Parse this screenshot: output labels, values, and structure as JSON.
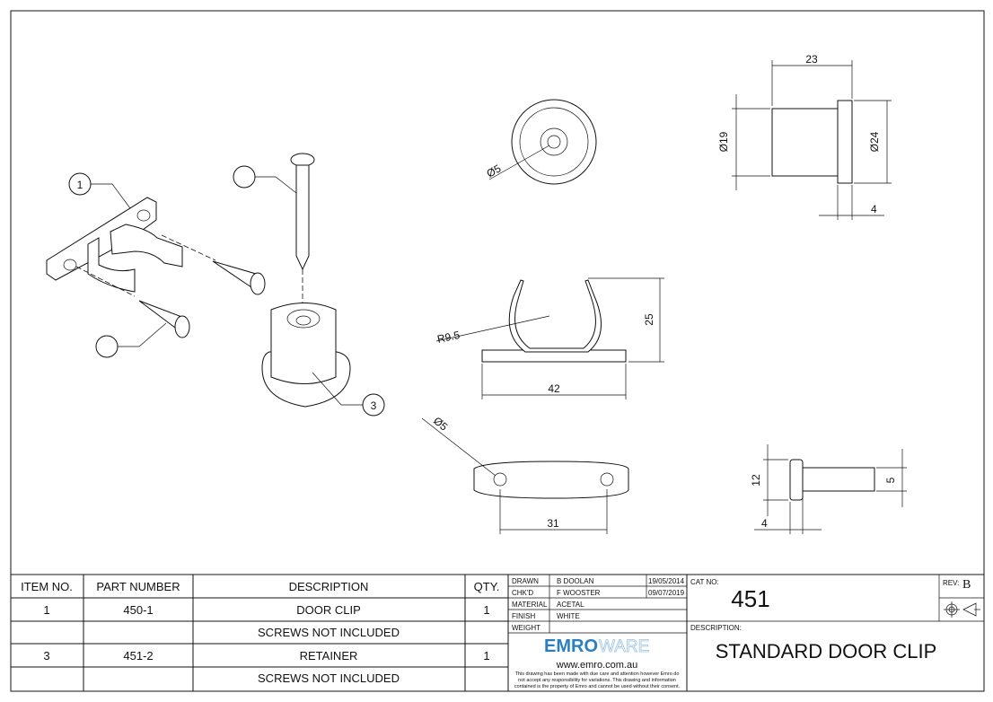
{
  "balloons": {
    "item1": "1",
    "item3": "3",
    "screw_a": "",
    "screw_b": ""
  },
  "dimensions": {
    "hole_dia_top": "Ø5",
    "length_23": "23",
    "dia_19": "Ø19",
    "dia_24": "Ø24",
    "flange_4": "4",
    "radius": "R9.5",
    "height_25": "25",
    "width_42": "42",
    "hole_dia_base": "Ø5",
    "hole_spacing": "31",
    "height_12": "12",
    "pin_5": "5",
    "base_4": "4"
  },
  "bom": {
    "headers": [
      "ITEM NO.",
      "PART NUMBER",
      "DESCRIPTION",
      "QTY."
    ],
    "rows": [
      [
        "1",
        "450-1",
        "DOOR CLIP",
        "1"
      ],
      [
        "",
        "",
        "SCREWS NOT INCLUDED",
        ""
      ],
      [
        "3",
        "451-2",
        "RETAINER",
        "1"
      ],
      [
        "",
        "",
        "SCREWS NOT INCLUDED",
        ""
      ]
    ]
  },
  "title_block": {
    "drawn_label": "DRAWN",
    "drawn_by": "B DOOLAN",
    "drawn_date": "19/05/2014",
    "checked_label": "CHK'D",
    "checked_by": "F WOOSTER",
    "checked_date": "09/07/2019",
    "material_label": "MATERIAL",
    "material": "ACETAL",
    "finish_label": "FINISH",
    "finish": "WHITE",
    "weight_label": "WEIGHT",
    "weight": "",
    "logo_bold": "EMRO",
    "logo_light": "WARE",
    "website": "www.emro.com.au",
    "disclaimer_1": "This drawing has been made with due care and attention  however Emro do",
    "disclaimer_2": "not accept any responsibility for variations. This drawing and information",
    "disclaimer_3": "contained is the property of Emro and cannot be used without their consent.",
    "cat_no_label": "CAT NO:",
    "cat_no": "451",
    "rev_label": "REV:",
    "rev": "B",
    "description_label": "DESCRIPTION:",
    "description": "STANDARD DOOR CLIP"
  },
  "colors": {
    "logo": "#2a7fc1",
    "line": "#111111"
  }
}
